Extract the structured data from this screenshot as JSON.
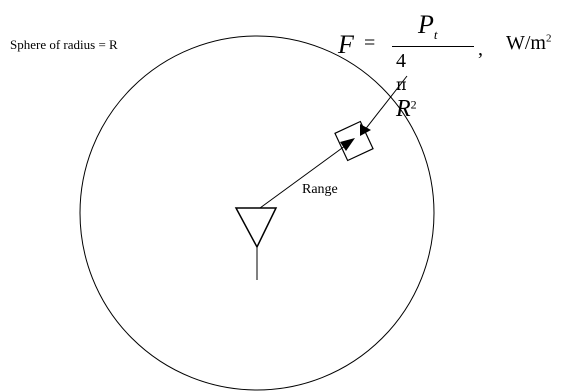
{
  "diagram": {
    "sphere_label": "Sphere of radius = R",
    "range_label": "Range",
    "formula": {
      "lhs": "F",
      "equals": "=",
      "numerator_symbol": "P",
      "numerator_subscript": "t",
      "denominator_coefficient": "4",
      "denominator_pi": "π",
      "denominator_radius": "R",
      "denominator_exponent": "2",
      "separator": ",",
      "units": "W/m",
      "units_exponent": "2"
    }
  }
}
